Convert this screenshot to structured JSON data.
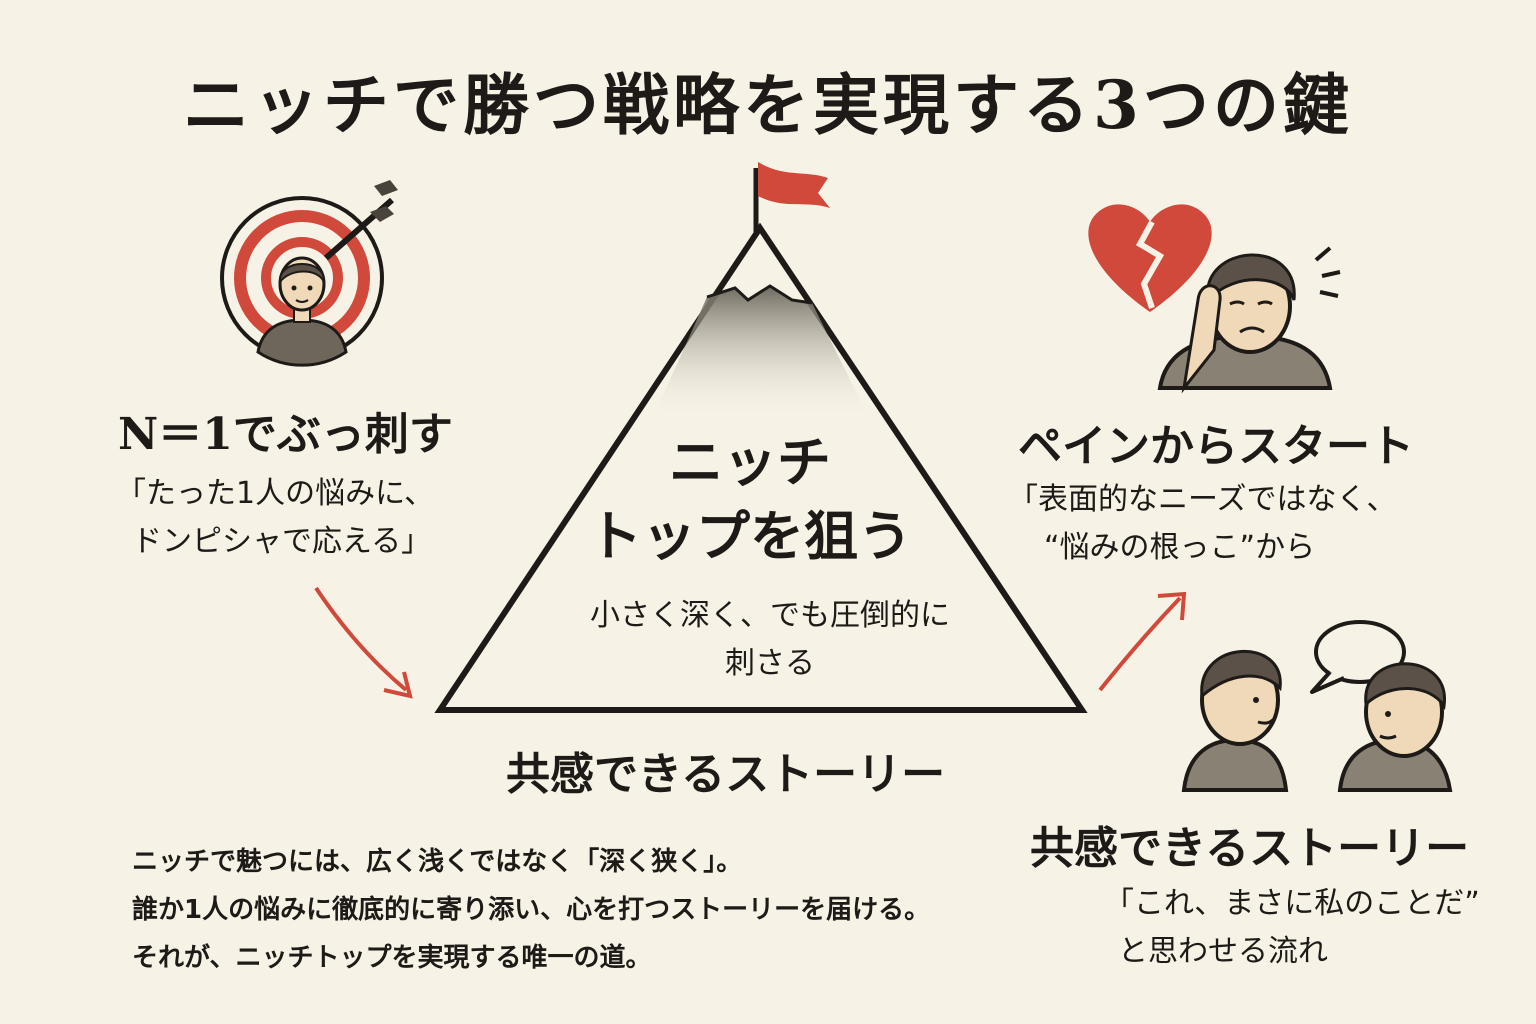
{
  "title": "ニッチで勝つ戦略を実現する3つの鍵",
  "center": {
    "title_line1": "ニッチ",
    "title_line2": "トップを狙う",
    "subtitle_line1": "小さく深く、でも圧倒的に",
    "subtitle_line2": "刺さる"
  },
  "left": {
    "heading": "N＝1でぶっ刺す",
    "quote_line1": "「たった1人の悩みに、",
    "quote_line2": "ドンピシャで応える」"
  },
  "right": {
    "heading": "ペインからスタート",
    "quote_line1": "「表面的なニーズではなく、",
    "quote_line2": "“悩みの根っこ”から"
  },
  "bottom_center": {
    "heading": "共感できるストーリー"
  },
  "bottom_right": {
    "heading": "共感できるストーリー",
    "quote_line1": "「これ、まさに私のことだ”",
    "quote_line2": "と思わせる流れ"
  },
  "body": {
    "line1": "ニッチで魅つには、広く浅くではなく「深く狭く」。",
    "line2": "誰か1人の悩みに徹底的に寄り添い、心を打つストーリーを届ける。",
    "line3": "それが、ニッチトップを実現する唯一の道。"
  },
  "colors": {
    "accent": "#d1493a",
    "background": "#f7f2e6",
    "ink": "#1d1a17",
    "figure": "#7a7166"
  },
  "icons": [
    "target-icon",
    "arrow-icon",
    "flag-icon",
    "mountain-icon",
    "broken-heart-icon",
    "worried-person-icon",
    "speech-bubble-icon",
    "conversation-icon"
  ]
}
